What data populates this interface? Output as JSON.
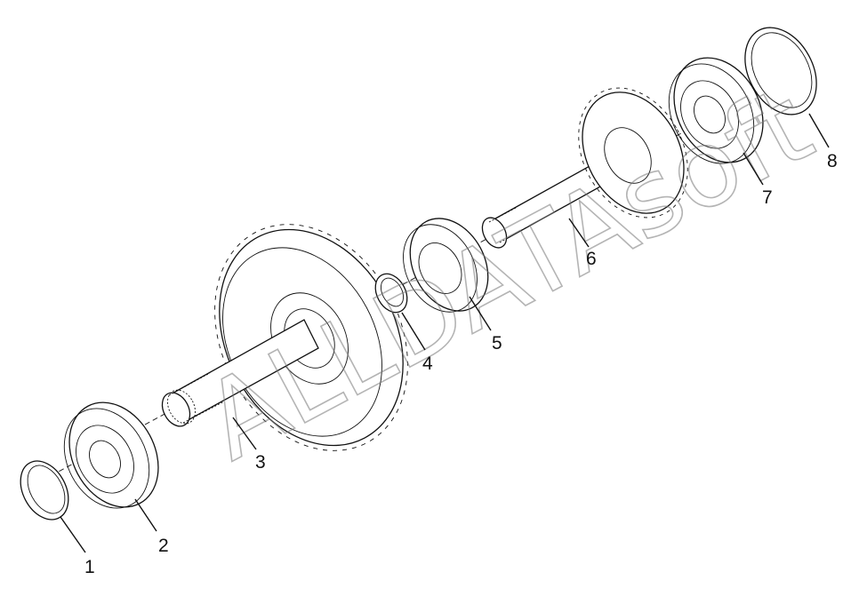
{
  "watermark": "ALLDATAsoft",
  "callouts": [
    {
      "id": "1",
      "label": "1"
    },
    {
      "id": "2",
      "label": "2"
    },
    {
      "id": "3",
      "label": "3"
    },
    {
      "id": "4",
      "label": "4"
    },
    {
      "id": "5",
      "label": "5"
    },
    {
      "id": "6",
      "label": "6"
    },
    {
      "id": "7",
      "label": "7"
    },
    {
      "id": "8",
      "label": "8"
    }
  ]
}
